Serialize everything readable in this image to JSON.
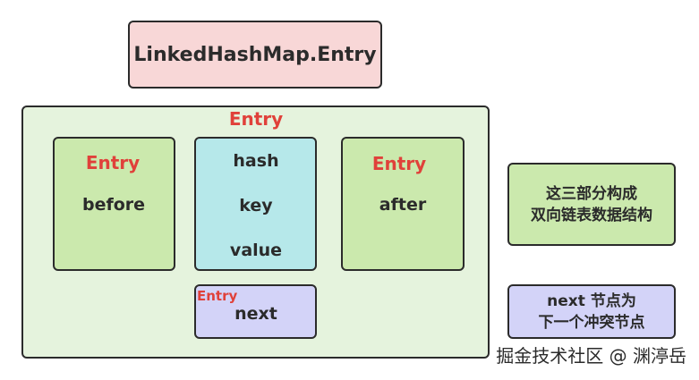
{
  "title": "LinkedHashMap.Entry",
  "container_label": "Entry",
  "before_box": {
    "type_label": "Entry",
    "field": "before"
  },
  "hash_box": {
    "fields": [
      "hash",
      "key",
      "value"
    ]
  },
  "after_box": {
    "type_label": "Entry",
    "field": "after"
  },
  "next_box": {
    "type_label": "Entry",
    "field": "next"
  },
  "note_linked_list": {
    "lines": [
      "这三部分构成",
      "双向链表数据结构"
    ]
  },
  "note_next": {
    "lines": [
      "next 节点为",
      "下一个冲突节点"
    ]
  },
  "watermark": "掘金技术社区 @ 渊渟岳",
  "colors": {
    "title_fill": "#f8d7d7",
    "container_fill": "#e5f3dd",
    "green_fill": "#cbe9ad",
    "cyan_fill": "#b6e8ea",
    "purple_fill": "#d3d3f8",
    "red_text": "#e0413a",
    "border": "#2b2b2b"
  }
}
